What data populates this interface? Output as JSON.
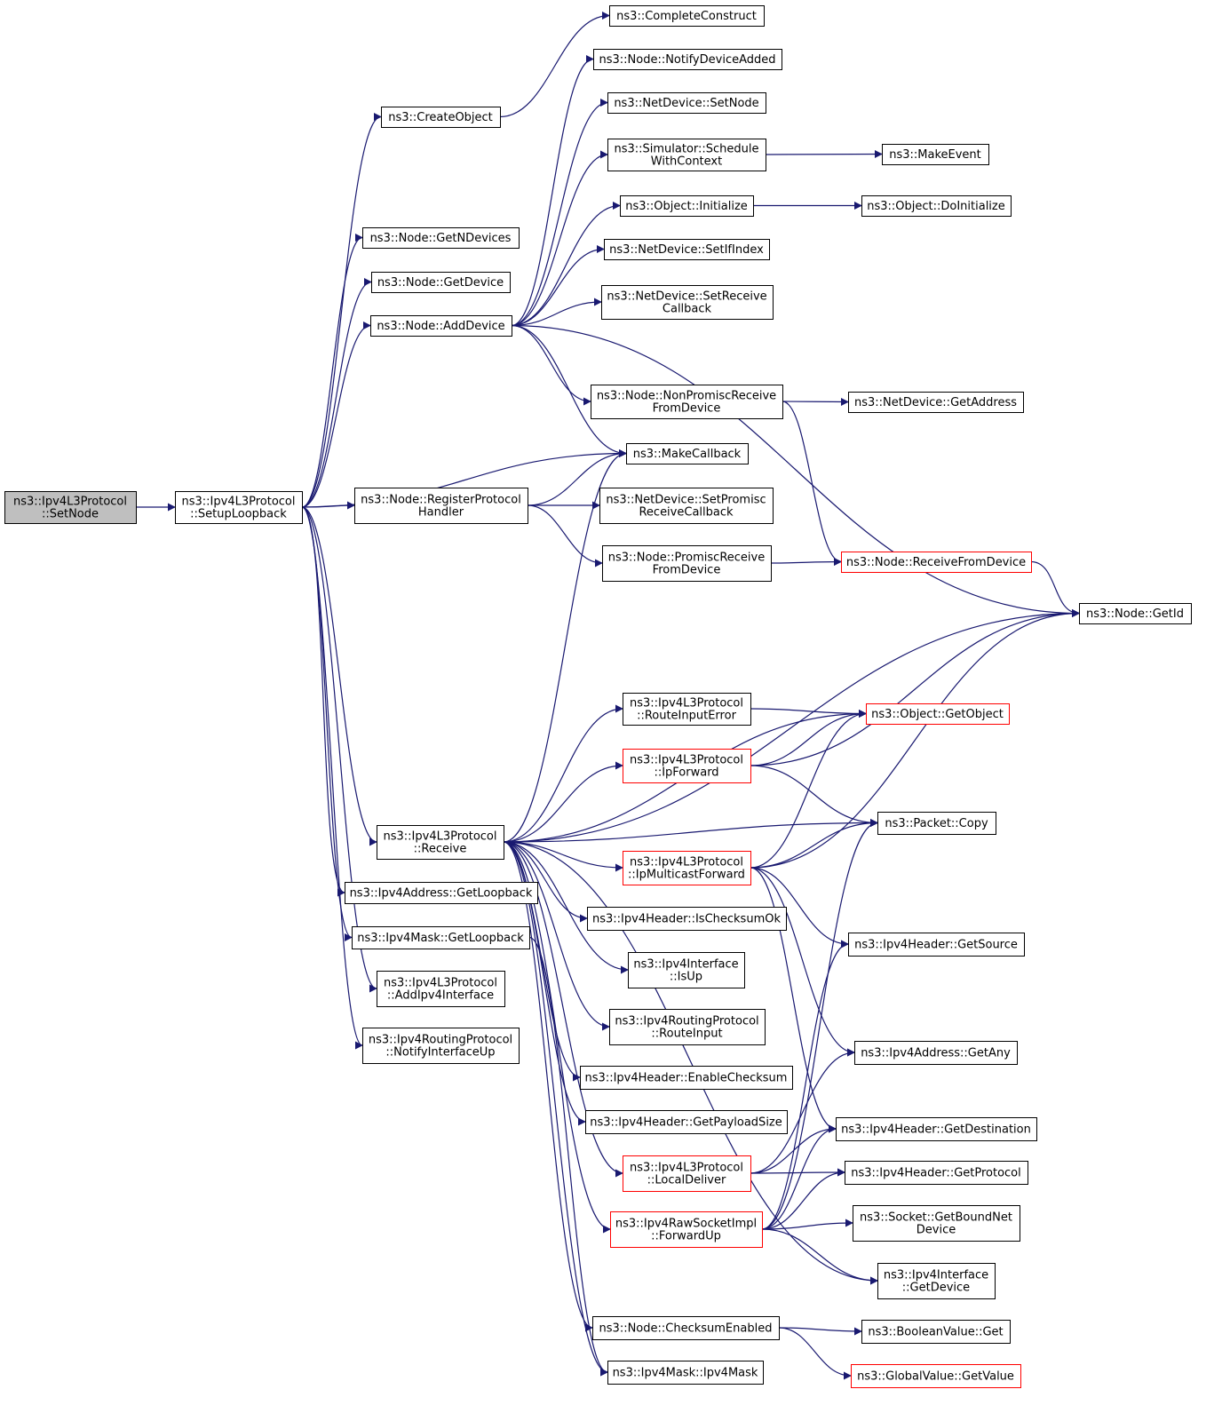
{
  "colors": {
    "edge": "#191970",
    "border_default": "#000000",
    "border_truncated": "#ff0000",
    "fill_root": "#bfbfbf",
    "fill_default": "#ffffff"
  },
  "nodes": [
    {
      "id": "setnode",
      "lines": [
        "ns3::Ipv4L3Protocol",
        "::SetNode"
      ],
      "style": "root"
    },
    {
      "id": "setuploopback",
      "lines": [
        "ns3::Ipv4L3Protocol",
        "::SetupLoopback"
      ],
      "style": "normal"
    },
    {
      "id": "completeconstruct",
      "lines": [
        "ns3::CompleteConstruct"
      ],
      "style": "normal"
    },
    {
      "id": "notifydeviceadded",
      "lines": [
        "ns3::Node::NotifyDeviceAdded"
      ],
      "style": "normal"
    },
    {
      "id": "netdevice_setnode",
      "lines": [
        "ns3::NetDevice::SetNode"
      ],
      "style": "normal"
    },
    {
      "id": "createobject",
      "lines": [
        "ns3::CreateObject"
      ],
      "style": "normal"
    },
    {
      "id": "schedulewithcontext",
      "lines": [
        "ns3::Simulator::Schedule",
        "WithContext"
      ],
      "style": "normal"
    },
    {
      "id": "makeevent",
      "lines": [
        "ns3::MakeEvent"
      ],
      "style": "normal"
    },
    {
      "id": "object_initialize",
      "lines": [
        "ns3::Object::Initialize"
      ],
      "style": "normal"
    },
    {
      "id": "object_doinitialize",
      "lines": [
        "ns3::Object::DoInitialize"
      ],
      "style": "normal"
    },
    {
      "id": "getndevices",
      "lines": [
        "ns3::Node::GetNDevices"
      ],
      "style": "normal"
    },
    {
      "id": "setifindex",
      "lines": [
        "ns3::NetDevice::SetIfIndex"
      ],
      "style": "normal"
    },
    {
      "id": "getdevice",
      "lines": [
        "ns3::Node::GetDevice"
      ],
      "style": "normal"
    },
    {
      "id": "setreceivecallback",
      "lines": [
        "ns3::NetDevice::SetReceive",
        "Callback"
      ],
      "style": "normal"
    },
    {
      "id": "adddevice",
      "lines": [
        "ns3::Node::AddDevice"
      ],
      "style": "normal"
    },
    {
      "id": "nonpromiscreceive",
      "lines": [
        "ns3::Node::NonPromiscReceive",
        "FromDevice"
      ],
      "style": "normal"
    },
    {
      "id": "getaddress",
      "lines": [
        "ns3::NetDevice::GetAddress"
      ],
      "style": "normal"
    },
    {
      "id": "makecallback",
      "lines": [
        "ns3::MakeCallback"
      ],
      "style": "normal"
    },
    {
      "id": "registerprotocolhandler",
      "lines": [
        "ns3::Node::RegisterProtocol",
        "Handler"
      ],
      "style": "normal"
    },
    {
      "id": "setpromiscreceivecallback",
      "lines": [
        "ns3::NetDevice::SetPromisc",
        "ReceiveCallback"
      ],
      "style": "normal"
    },
    {
      "id": "promiscreceive",
      "lines": [
        "ns3::Node::PromiscReceive",
        "FromDevice"
      ],
      "style": "normal"
    },
    {
      "id": "receivefromdevice",
      "lines": [
        "ns3::Node::ReceiveFromDevice"
      ],
      "style": "truncated"
    },
    {
      "id": "node_getid",
      "lines": [
        "ns3::Node::GetId"
      ],
      "style": "normal"
    },
    {
      "id": "routeinputerror",
      "lines": [
        "ns3::Ipv4L3Protocol",
        "::RouteInputError"
      ],
      "style": "normal"
    },
    {
      "id": "getobject",
      "lines": [
        "ns3::Object::GetObject"
      ],
      "style": "truncated"
    },
    {
      "id": "ipforward",
      "lines": [
        "ns3::Ipv4L3Protocol",
        "::IpForward"
      ],
      "style": "truncated"
    },
    {
      "id": "receive",
      "lines": [
        "ns3::Ipv4L3Protocol",
        "::Receive"
      ],
      "style": "normal"
    },
    {
      "id": "packet_copy",
      "lines": [
        "ns3::Packet::Copy"
      ],
      "style": "normal"
    },
    {
      "id": "ipmulticastforward",
      "lines": [
        "ns3::Ipv4L3Protocol",
        "::IpMulticastForward"
      ],
      "style": "truncated"
    },
    {
      "id": "addr_getloopback",
      "lines": [
        "ns3::Ipv4Address::GetLoopback"
      ],
      "style": "normal"
    },
    {
      "id": "ischecksumok",
      "lines": [
        "ns3::Ipv4Header::IsChecksumOk"
      ],
      "style": "normal"
    },
    {
      "id": "getsource",
      "lines": [
        "ns3::Ipv4Header::GetSource"
      ],
      "style": "normal"
    },
    {
      "id": "mask_getloopback",
      "lines": [
        "ns3::Ipv4Mask::GetLoopback"
      ],
      "style": "normal"
    },
    {
      "id": "isup",
      "lines": [
        "ns3::Ipv4Interface",
        "::IsUp"
      ],
      "style": "normal"
    },
    {
      "id": "addipv4interface",
      "lines": [
        "ns3::Ipv4L3Protocol",
        "::AddIpv4Interface"
      ],
      "style": "normal"
    },
    {
      "id": "routeinput",
      "lines": [
        "ns3::Ipv4RoutingProtocol",
        "::RouteInput"
      ],
      "style": "normal"
    },
    {
      "id": "notifyinterfaceup",
      "lines": [
        "ns3::Ipv4RoutingProtocol",
        "::NotifyInterfaceUp"
      ],
      "style": "normal"
    },
    {
      "id": "getany",
      "lines": [
        "ns3::Ipv4Address::GetAny"
      ],
      "style": "normal"
    },
    {
      "id": "enablechecksum",
      "lines": [
        "ns3::Ipv4Header::EnableChecksum"
      ],
      "style": "normal"
    },
    {
      "id": "getpayloadsize",
      "lines": [
        "ns3::Ipv4Header::GetPayloadSize"
      ],
      "style": "normal"
    },
    {
      "id": "getdestination",
      "lines": [
        "ns3::Ipv4Header::GetDestination"
      ],
      "style": "normal"
    },
    {
      "id": "localdeliver",
      "lines": [
        "ns3::Ipv4L3Protocol",
        "::LocalDeliver"
      ],
      "style": "truncated"
    },
    {
      "id": "getprotocol",
      "lines": [
        "ns3::Ipv4Header::GetProtocol"
      ],
      "style": "normal"
    },
    {
      "id": "forwardup",
      "lines": [
        "ns3::Ipv4RawSocketImpl",
        "::ForwardUp"
      ],
      "style": "truncated"
    },
    {
      "id": "getboundnetdevice",
      "lines": [
        "ns3::Socket::GetBoundNet",
        "Device"
      ],
      "style": "normal"
    },
    {
      "id": "iface_getdevice",
      "lines": [
        "ns3::Ipv4Interface",
        "::GetDevice"
      ],
      "style": "normal"
    },
    {
      "id": "checksumenabled",
      "lines": [
        "ns3::Node::ChecksumEnabled"
      ],
      "style": "normal"
    },
    {
      "id": "booleanvalue_get",
      "lines": [
        "ns3::BooleanValue::Get"
      ],
      "style": "normal"
    },
    {
      "id": "globalvalue_getvalue",
      "lines": [
        "ns3::GlobalValue::GetValue"
      ],
      "style": "truncated"
    },
    {
      "id": "ipv4mask_ctor",
      "lines": [
        "ns3::Ipv4Mask::Ipv4Mask"
      ],
      "style": "normal"
    }
  ],
  "edges": [
    [
      "setnode",
      "setuploopback"
    ],
    [
      "setuploopback",
      "createobject"
    ],
    [
      "setuploopback",
      "getndevices"
    ],
    [
      "setuploopback",
      "getdevice"
    ],
    [
      "setuploopback",
      "adddevice"
    ],
    [
      "setuploopback",
      "makecallback"
    ],
    [
      "setuploopback",
      "registerprotocolhandler"
    ],
    [
      "setuploopback",
      "receive"
    ],
    [
      "setuploopback",
      "addr_getloopback"
    ],
    [
      "setuploopback",
      "mask_getloopback"
    ],
    [
      "setuploopback",
      "addipv4interface"
    ],
    [
      "setuploopback",
      "notifyinterfaceup"
    ],
    [
      "createobject",
      "completeconstruct"
    ],
    [
      "adddevice",
      "notifydeviceadded"
    ],
    [
      "adddevice",
      "netdevice_setnode"
    ],
    [
      "adddevice",
      "schedulewithcontext"
    ],
    [
      "adddevice",
      "object_initialize"
    ],
    [
      "adddevice",
      "setifindex"
    ],
    [
      "adddevice",
      "setreceivecallback"
    ],
    [
      "adddevice",
      "node_getid"
    ],
    [
      "adddevice",
      "nonpromiscreceive"
    ],
    [
      "adddevice",
      "makecallback"
    ],
    [
      "schedulewithcontext",
      "makeevent"
    ],
    [
      "object_initialize",
      "object_doinitialize"
    ],
    [
      "nonpromiscreceive",
      "getaddress"
    ],
    [
      "nonpromiscreceive",
      "receivefromdevice"
    ],
    [
      "registerprotocolhandler",
      "makecallback"
    ],
    [
      "registerprotocolhandler",
      "setpromiscreceivecallback"
    ],
    [
      "registerprotocolhandler",
      "promiscreceive"
    ],
    [
      "promiscreceive",
      "receivefromdevice"
    ],
    [
      "receivefromdevice",
      "node_getid"
    ],
    [
      "receive",
      "makecallback"
    ],
    [
      "receive",
      "node_getid"
    ],
    [
      "receive",
      "getobject"
    ],
    [
      "receive",
      "routeinputerror"
    ],
    [
      "receive",
      "ipforward"
    ],
    [
      "receive",
      "packet_copy"
    ],
    [
      "receive",
      "ipmulticastforward"
    ],
    [
      "receive",
      "ischecksumok"
    ],
    [
      "receive",
      "isup"
    ],
    [
      "receive",
      "routeinput"
    ],
    [
      "receive",
      "enablechecksum"
    ],
    [
      "receive",
      "getpayloadsize"
    ],
    [
      "receive",
      "localdeliver"
    ],
    [
      "receive",
      "forwardup"
    ],
    [
      "receive",
      "iface_getdevice"
    ],
    [
      "receive",
      "checksumenabled"
    ],
    [
      "receive",
      "ipv4mask_ctor"
    ],
    [
      "routeinputerror",
      "getobject"
    ],
    [
      "ipforward",
      "getobject"
    ],
    [
      "ipforward",
      "node_getid"
    ],
    [
      "ipforward",
      "packet_copy"
    ],
    [
      "ipmulticastforward",
      "getobject"
    ],
    [
      "ipmulticastforward",
      "packet_copy"
    ],
    [
      "ipmulticastforward",
      "node_getid"
    ],
    [
      "ipmulticastforward",
      "getsource"
    ],
    [
      "ipmulticastforward",
      "getany"
    ],
    [
      "ipmulticastforward",
      "getdestination"
    ],
    [
      "localdeliver",
      "getany"
    ],
    [
      "localdeliver",
      "getdestination"
    ],
    [
      "localdeliver",
      "getprotocol"
    ],
    [
      "forwardup",
      "packet_copy"
    ],
    [
      "forwardup",
      "getsource"
    ],
    [
      "forwardup",
      "getdestination"
    ],
    [
      "forwardup",
      "getprotocol"
    ],
    [
      "forwardup",
      "getboundnetdevice"
    ],
    [
      "forwardup",
      "iface_getdevice"
    ],
    [
      "mask_getloopback",
      "ipv4mask_ctor"
    ],
    [
      "checksumenabled",
      "booleanvalue_get"
    ],
    [
      "checksumenabled",
      "globalvalue_getvalue"
    ]
  ]
}
